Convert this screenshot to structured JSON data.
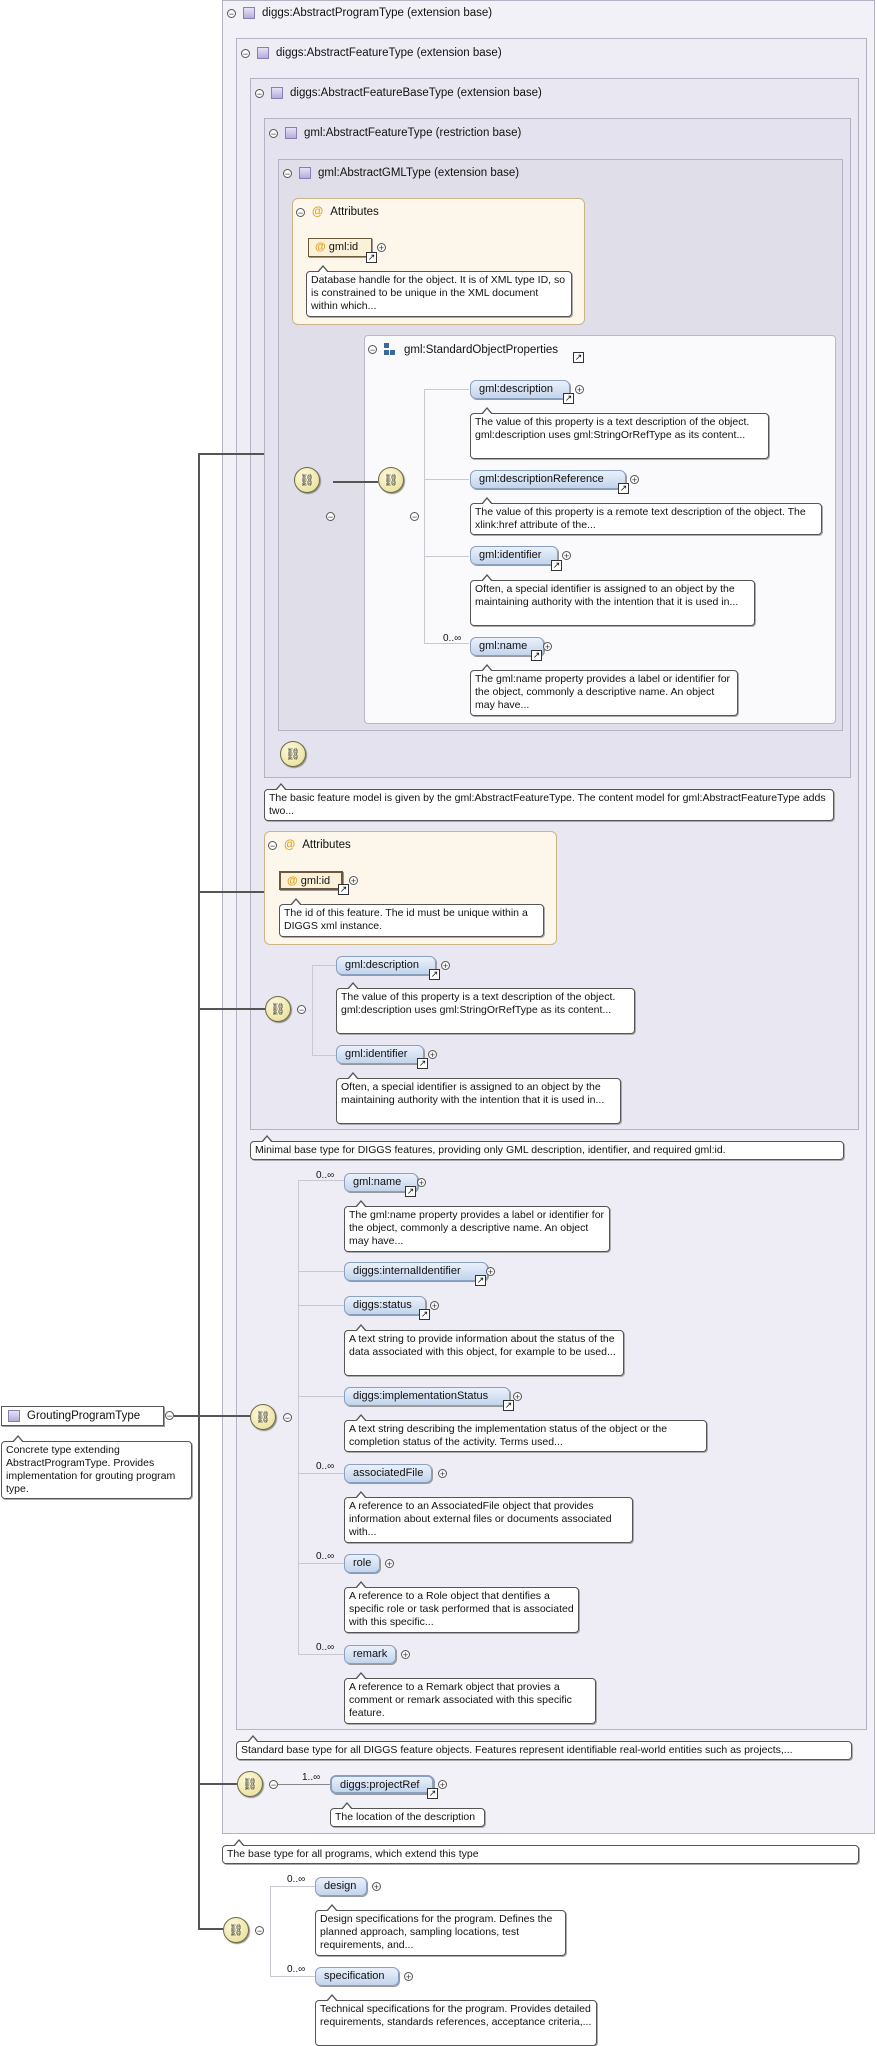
{
  "types": {
    "program": "diggs:AbstractProgramType (extension base)",
    "feature": "diggs:AbstractFeatureType (extension base)",
    "featureBase": "diggs:AbstractFeatureBaseType (extension base)",
    "gmlFeature": "gml:AbstractFeatureType (restriction base)",
    "gmlGML": "gml:AbstractGMLType (extension base)"
  },
  "attributes_label": "Attributes",
  "gml_attrs": {
    "name": "gml:id",
    "desc": "Database handle for the object. It is of XML type ID, so is constrained to be unique in the XML document within which..."
  },
  "std_props": {
    "title": "gml:StandardObjectProperties",
    "items": [
      {
        "name": "gml:description",
        "desc": "The value of this property is a text description of the object. gml:description uses gml:StringOrRefType as its content..."
      },
      {
        "name": "gml:descriptionReference",
        "desc": "The value of this property is a remote text description of the object. The xlink:href attribute of the..."
      },
      {
        "name": "gml:identifier",
        "desc": "Often, a special identifier is assigned to an object by the maintaining authority with the intention that it is used in..."
      },
      {
        "name": "gml:name",
        "card": "0..∞",
        "desc": "The gml:name property provides a label or identifier for the object, commonly a descriptive name. An object may have..."
      }
    ]
  },
  "gml_feature_note": "The basic feature model is given by the gml:AbstractFeatureType. The content model for gml:AbstractFeatureType adds two...",
  "fb_attrs": {
    "name": "gml:id",
    "desc": "The id of this feature. The id must be unique within a DIGGS xml instance."
  },
  "fb_elems": [
    {
      "name": "gml:description",
      "desc": "The value of this property is a text description of the object. gml:description uses gml:StringOrRefType as its content..."
    },
    {
      "name": "gml:identifier",
      "desc": "Often, a special identifier is assigned to an object by the maintaining authority with the intention that it is used in..."
    }
  ],
  "feature_base_note": "Minimal base type for DIGGS features, providing only GML description, identifier, and required gml:id.",
  "feature_elems": [
    {
      "name": "gml:name",
      "card": "0..∞",
      "desc": "The gml:name property provides a label or identifier for the object, commonly a descriptive name. An object may have..."
    },
    {
      "name": "diggs:internalIdentifier"
    },
    {
      "name": "diggs:status",
      "desc": "A text string to provide information about the status of the data associated with this object, for example to be used..."
    },
    {
      "name": "diggs:implementationStatus",
      "desc": "A text string describing the implementation status of the object or the completion status of the activity. Terms used..."
    },
    {
      "name": "associatedFile",
      "card": "0..∞",
      "desc": "A reference to an AssociatedFile object that provides information about external files or documents associated with..."
    },
    {
      "name": "role",
      "card": "0..∞",
      "desc": "A reference to a Role object that dentifies a specific role or task performed that is associated with this specific..."
    },
    {
      "name": "remark",
      "card": "0..∞",
      "desc": "A reference to a Remark object that provies a comment or remark associated with this specific feature."
    }
  ],
  "feature_note": "Standard base type for all DIGGS feature objects. Features represent identifiable real-world entities such as projects,...",
  "program_elem": {
    "name": "diggs:projectRef",
    "card": "1..∞",
    "desc": "The location of the description"
  },
  "program_note": "The base type for all programs, which extend this type",
  "root": {
    "name": "GroutingProgramType",
    "desc": "Concrete type extending AbstractProgramType. Provides implementation for grouting program type."
  },
  "root_elems": [
    {
      "name": "design",
      "card": "0..∞",
      "desc": "Design specifications for the program. Defines the planned approach, sampling locations, test requirements, and..."
    },
    {
      "name": "specification",
      "card": "0..∞",
      "desc": "Technical specifications for the program. Provides detailed requirements, standards references, acceptance criteria,..."
    }
  ]
}
